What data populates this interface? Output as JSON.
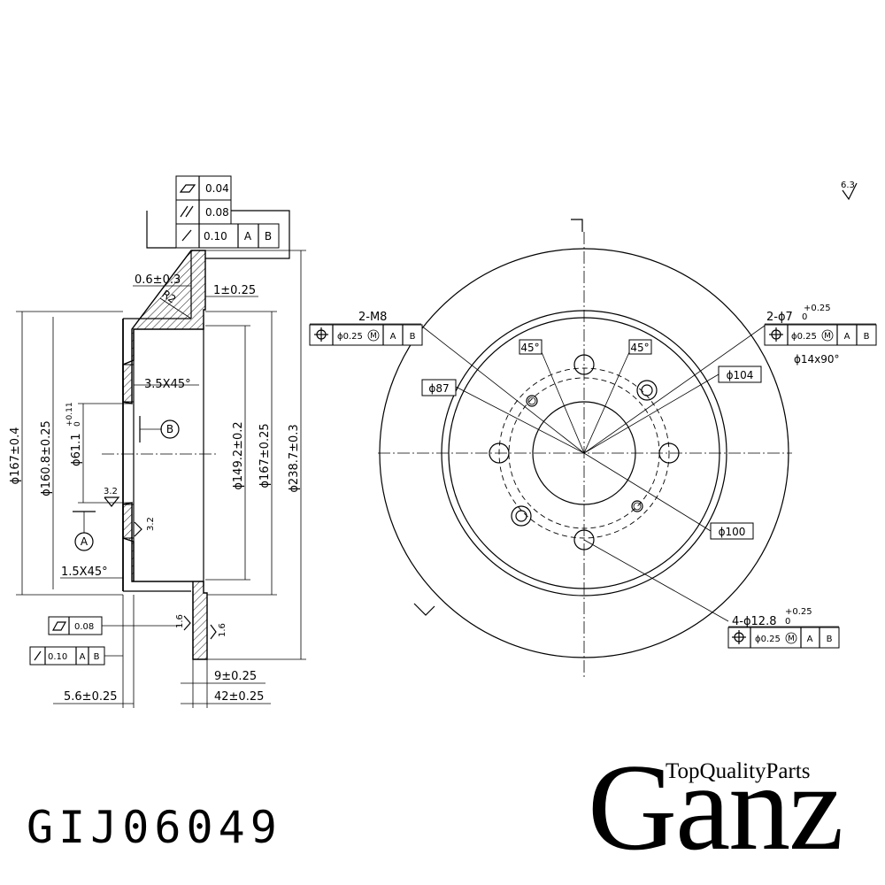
{
  "part_number": "GIJ06049",
  "brand": {
    "tagline": "TopQualityParts",
    "name": "Ganz"
  },
  "tolerance_frame_top": {
    "flatness": "0.04",
    "parallelism": "0.08",
    "runout": "0.10",
    "datum_a": "A",
    "datum_b": "B"
  },
  "tolerance_frame_bottom": {
    "flatness": "0.08",
    "runout": "0.10",
    "datum_a": "A",
    "datum_b": "B"
  },
  "section_dims": {
    "d_0_6": "0.6±0.3",
    "r2": "R2",
    "d_1": "1±0.25",
    "chamfer_top": "3.5X45°",
    "chamfer_bottom": "1.5X45°",
    "phi167_left": "ϕ167±0.4",
    "phi160": "ϕ160.8±0.25",
    "phi61_main": "ϕ61.1",
    "phi61_tol_up": "+0.11",
    "phi61_tol_low": "0",
    "phi149": "ϕ149.2±0.2",
    "phi167_right": "ϕ167±0.25",
    "phi238": "ϕ238.7±0.3",
    "rough_left": "3.2",
    "rough_hub": "3.2",
    "rough_face_l": "1.6",
    "rough_face_r": "1.6",
    "datum_a": "A",
    "datum_b": "B",
    "d_9": "9±0.25",
    "d_42": "42±0.25",
    "d_5_6": "5.6±0.25"
  },
  "front_dims": {
    "m8_label": "2-M8",
    "m8_tol": "ϕ0.25",
    "mmc": "M",
    "datum_a": "A",
    "datum_b": "B",
    "phi7_label": "2-ϕ7",
    "phi7_tol_up": "+0.25",
    "phi7_tol_low": "0",
    "phi7_tol": "ϕ0.25",
    "countersink": "ϕ14x90°",
    "angle_left": "45°",
    "angle_right": "45°",
    "phi87": "ϕ87",
    "phi104": "ϕ104",
    "phi100": "ϕ100",
    "phi12_label": "4-ϕ12.8",
    "phi12_tol_up": "+0.25",
    "phi12_tol_low": "0",
    "phi12_tol": "ϕ0.25",
    "roughness_general": "6.3"
  }
}
